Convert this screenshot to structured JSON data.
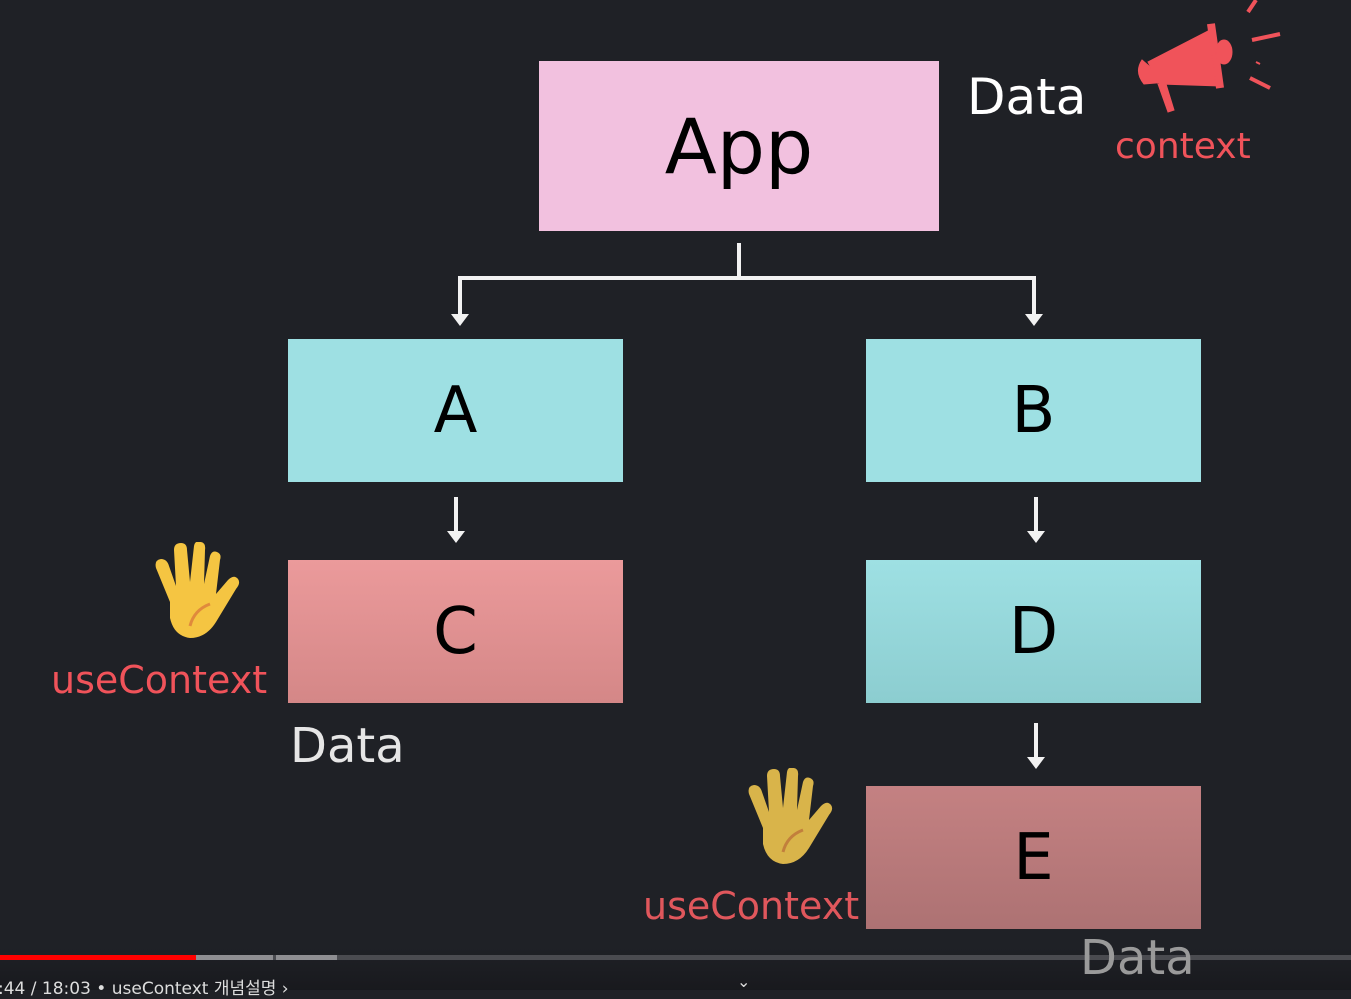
{
  "diagram": {
    "nodes": {
      "app": "App",
      "a": "A",
      "b": "B",
      "c": "C",
      "d": "D",
      "e": "E"
    },
    "data_label": "Data",
    "context_label": "context",
    "use_context_label": "useContext"
  },
  "colors": {
    "provider": "#f2c1df",
    "plain": "#9ee0e3",
    "consumer": "#e69596",
    "accent": "#f04e55"
  },
  "player": {
    "time": ":44 / 18:03",
    "chapter": "• useContext 개념설명 ›",
    "progress_fraction": 0.145
  }
}
